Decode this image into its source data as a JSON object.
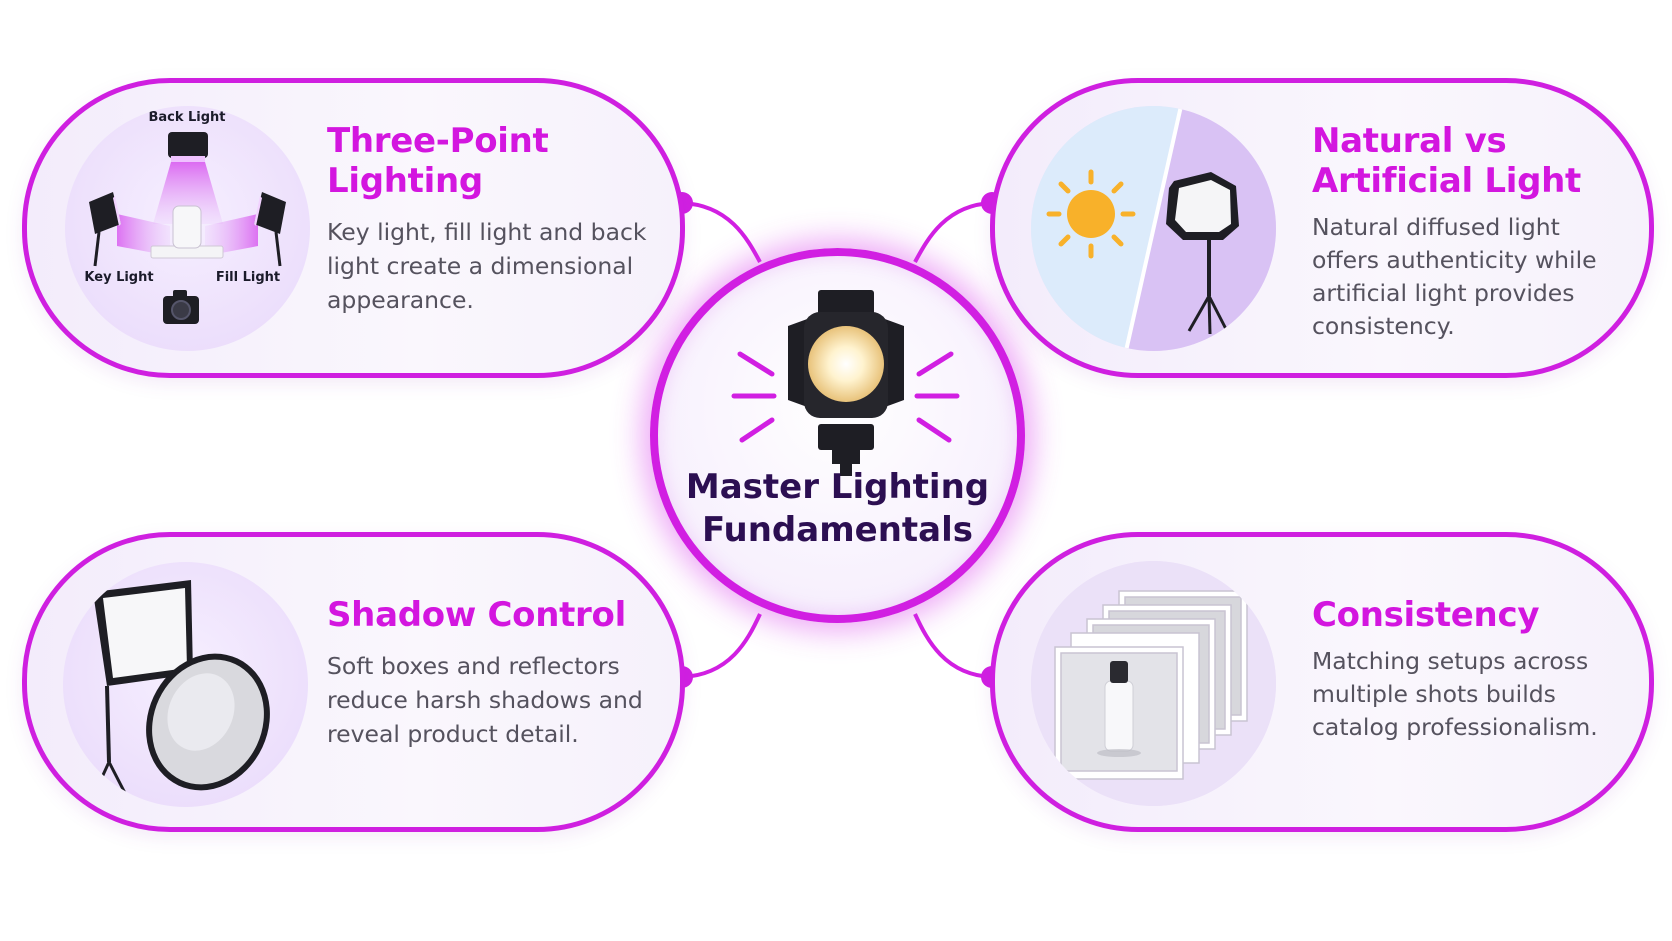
{
  "center": {
    "title": "Master Lighting Fundamentals",
    "icon": "spotlight-icon"
  },
  "cards": [
    {
      "title": "Three-Point Lighting",
      "body": "Key light, fill light and back light create a dimensional appearance.",
      "diagram_labels": {
        "back": "Back Light",
        "key": "Key Light",
        "fill": "Fill Light"
      },
      "icon": "three-point-lighting-setup-icon"
    },
    {
      "title": "Natural vs Artificial Light",
      "body": "Natural diffused light offers authenticity while artificial light provides consistency.",
      "icon": "sun-and-softbox-icon"
    },
    {
      "title": "Shadow Control",
      "body": "Soft boxes and reflectors reduce harsh shadows and reveal product detail.",
      "icon": "softbox-and-reflector-icon"
    },
    {
      "title": "Consistency",
      "body": "Matching setups across multiple shots builds catalog professionalism.",
      "icon": "stacked-product-photos-icon"
    }
  ],
  "colors": {
    "accent": "#d316df",
    "center_title": "#2c0f52",
    "body_text": "#55525e",
    "card_fill": "#f5effb",
    "sun": "#f8b12a"
  }
}
